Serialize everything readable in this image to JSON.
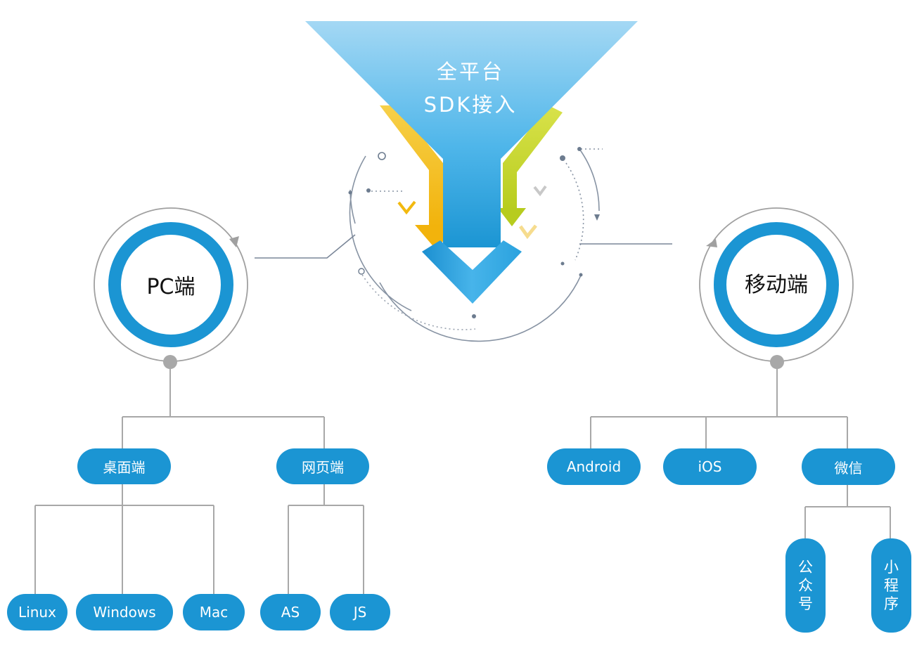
{
  "funnel": {
    "line1": "全平台",
    "line2": "SDK接入"
  },
  "hubs": {
    "pc": "PC端",
    "mobile": "移动端"
  },
  "pc_branches": {
    "desktop": "桌面端",
    "web": "网页端"
  },
  "desktop_leaves": [
    "Linux",
    "Windows",
    "Mac"
  ],
  "web_leaves": [
    "AS",
    "JS"
  ],
  "mobile_branches": [
    "Android",
    "iOS",
    "微信"
  ],
  "wechat_leaves": [
    {
      "chars": [
        "公",
        "众",
        "号"
      ]
    },
    {
      "chars": [
        "小",
        "程",
        "序"
      ]
    }
  ],
  "colors": {
    "primary_blue": "#1b95d3",
    "funnel_light": "#9ad3f2",
    "arrow_yellow": "#f5c21a",
    "arrow_green": "#c7d629",
    "connector": "#a8a8a8"
  }
}
